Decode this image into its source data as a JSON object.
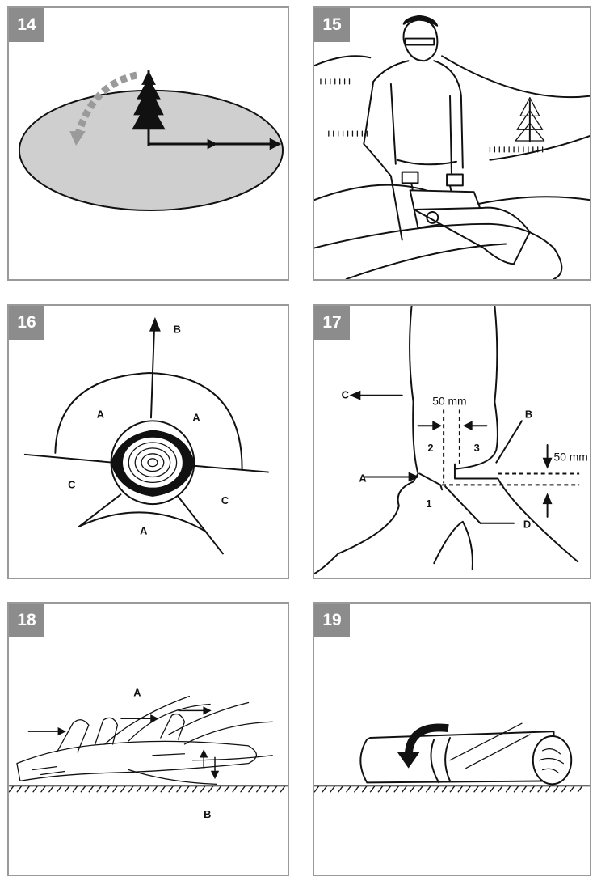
{
  "panels": {
    "p14": {
      "number": "14"
    },
    "p15": {
      "number": "15"
    },
    "p16": {
      "number": "16",
      "labels": {
        "b": "B",
        "a_left": "A",
        "a_right": "A",
        "c_left": "C",
        "c_right": "C",
        "a_bottom": "A"
      }
    },
    "p17": {
      "number": "17",
      "labels": {
        "c": "C",
        "measure_top": "50 mm",
        "b": "B",
        "two": "2",
        "three": "3",
        "a": "A",
        "measure_right": "50 mm",
        "one": "1",
        "d": "D"
      }
    },
    "p18": {
      "number": "18",
      "labels": {
        "a": "A",
        "b": "B"
      }
    },
    "p19": {
      "number": "19"
    }
  }
}
